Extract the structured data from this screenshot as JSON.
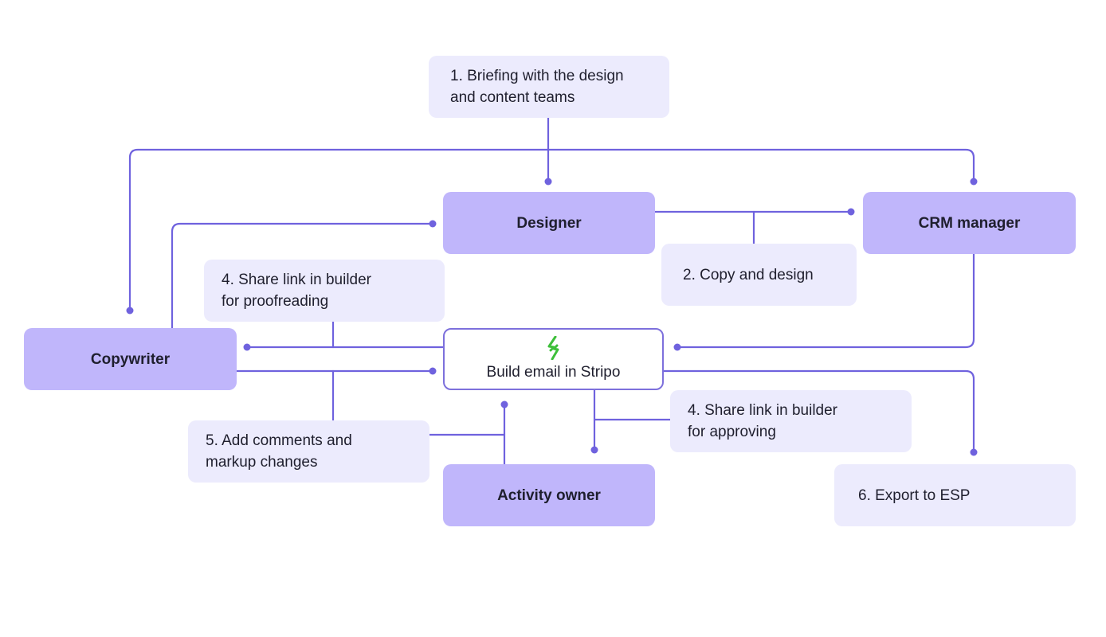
{
  "colors": {
    "connector": "#6f62de",
    "role_fill": "#c0b6fb",
    "step_fill": "#ecebfd",
    "logo": "#3dbf3a"
  },
  "nodes": {
    "briefing": "1. Briefing with the design\nand content teams",
    "designer": "Designer",
    "crm_manager": "CRM manager",
    "copy_and_design": "2. Copy and design",
    "share_proofreading": " 4. Share link in builder\nfor proofreading",
    "copywriter": "Copywriter",
    "build_email": "Build email in Stripo",
    "share_approving": " 4. Share link in builder\nfor approving",
    "add_comments": " 5. Add comments and\nmarkup changes",
    "activity_owner": "Activity owner",
    "export_esp": "6. Export to ESP"
  },
  "logo_icon": "stripo-logo-icon"
}
